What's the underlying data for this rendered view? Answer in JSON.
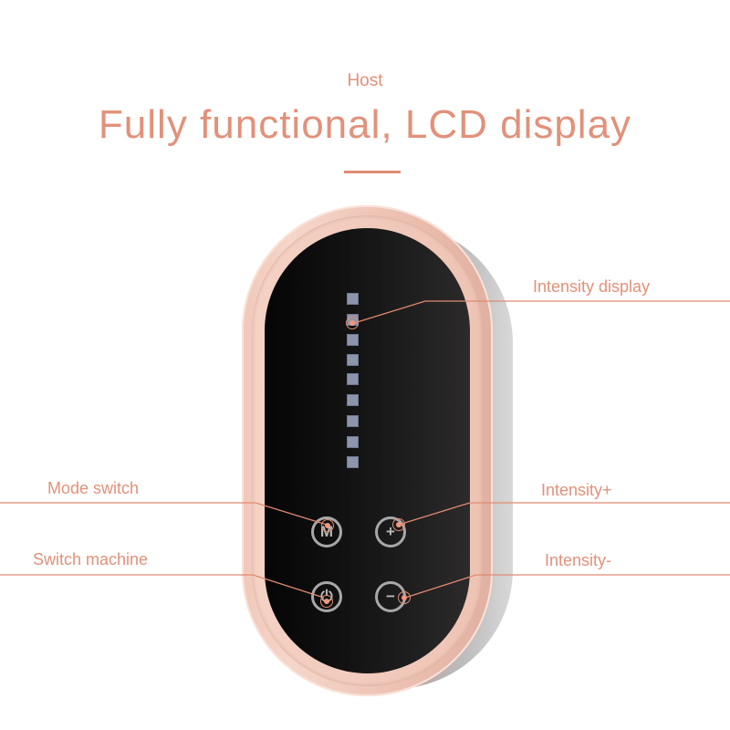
{
  "header": {
    "subtitle": "Host",
    "title": "Fully functional, LCD display"
  },
  "colors": {
    "accent": "#e2917a",
    "device_frame": "#f1c8b9",
    "screen": "#0a0a0a",
    "segment": "#8d95ad"
  },
  "device": {
    "intensity_segments": 9,
    "buttons": [
      {
        "id": "mode",
        "glyph": "M"
      },
      {
        "id": "plus",
        "glyph": "+"
      },
      {
        "id": "power",
        "glyph": "⏻"
      },
      {
        "id": "minus",
        "glyph": "−"
      }
    ]
  },
  "callouts": {
    "intensity_display": "Intensity display",
    "mode_switch": "Mode switch",
    "intensity_plus": "Intensity+",
    "switch_machine": "Switch machine",
    "intensity_minus": "Intensity-"
  }
}
